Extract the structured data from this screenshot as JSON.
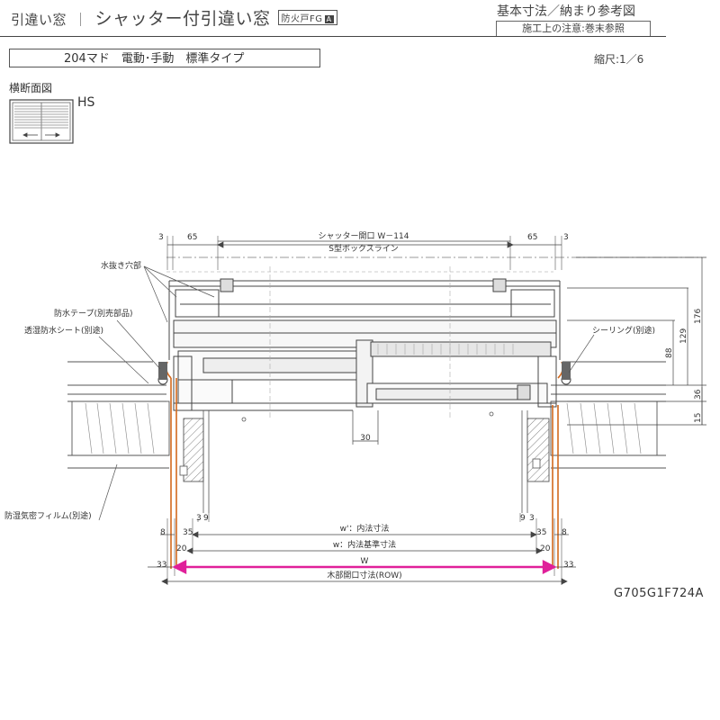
{
  "header": {
    "product": "引違い窓",
    "separator": "｜",
    "title": "シャッター付引違い窓",
    "badge": "防火戸FG",
    "badge_mark": "A",
    "ref_title": "基本寸法／納まり参考図",
    "note": "施工上の注意:巻末参照",
    "type": "204マド　電動･手動　標準タイプ",
    "scale": "縮尺:1／6",
    "section": "横断面図",
    "window_type": "HS",
    "code": "G705G1F724A"
  },
  "dims": {
    "top_left_3": "3",
    "top_left_65": "65",
    "top_right_65": "65",
    "top_right_3": "3",
    "shutter_open": "シャッター開口 W－114",
    "box_line": "S型ボックスライン",
    "r176": "176",
    "r129": "129",
    "r88": "88",
    "r36": "36",
    "r15": "15",
    "c30": "30",
    "l8": "8",
    "l35": "35",
    "l3": "3",
    "l9": "9",
    "l20": "20",
    "l33": "33",
    "r9": "9",
    "r3": "3",
    "r35": "35",
    "r8": "8",
    "r20": "20",
    "r33": "33",
    "w_prime": "w'：内法寸法",
    "w_std": "w：内法基準寸法",
    "W": "W",
    "row": "木部開口寸法(ROW)"
  },
  "labels": {
    "drain": "水抜き穴部",
    "tape": "防水テープ(別売部品)",
    "sheet": "透湿防水シート(別途)",
    "film": "防湿気密フィルム(別途)",
    "sealing": "シーリング(別途)"
  },
  "colors": {
    "line": "#444444",
    "orange": "#d2691e",
    "magenta": "#e0209a",
    "leader": "#555555"
  }
}
